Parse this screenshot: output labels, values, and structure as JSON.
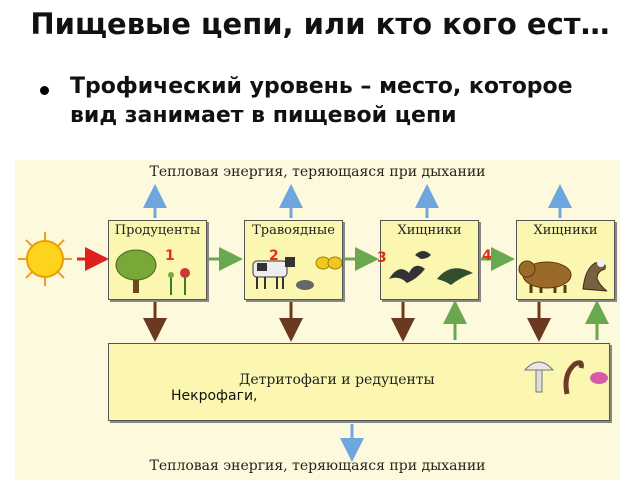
{
  "slide": {
    "title": "Пищевые цепи, или кто кого ест…",
    "bullet": "Трофический уровень – место, которое вид занимает в пищевой цепи"
  },
  "diagram": {
    "heat_top": "Тепловая энергия, теряющаяся при дыхании",
    "heat_bottom": "Тепловая энергия, теряющаяся при дыхании",
    "levels": [
      {
        "label": "Продуценты",
        "number": "1"
      },
      {
        "label": "Травоядные",
        "number": "2"
      },
      {
        "label": "Хищники",
        "number": "3"
      },
      {
        "label": "Хищники",
        "number": "4"
      }
    ],
    "detritivores": "Детритофаги и редуценты",
    "necrophages": "Некрофаги,"
  },
  "colors": {
    "diagram_bg": "#fdf9dc",
    "box_fill": "#fbf7b0",
    "energy_arrow": "#e02020",
    "transfer_arrow": "#6aa84f",
    "heat_arrow": "#6ea6e0",
    "decay_arrow": "#6b3a1e"
  },
  "icons": [
    "sun-icon",
    "tree-icon",
    "flower-icon",
    "cow-icon",
    "butterfly-icon",
    "bat-icon",
    "bird-icon",
    "bear-icon",
    "eagle-icon",
    "mushroom-icon",
    "worm-icon"
  ]
}
